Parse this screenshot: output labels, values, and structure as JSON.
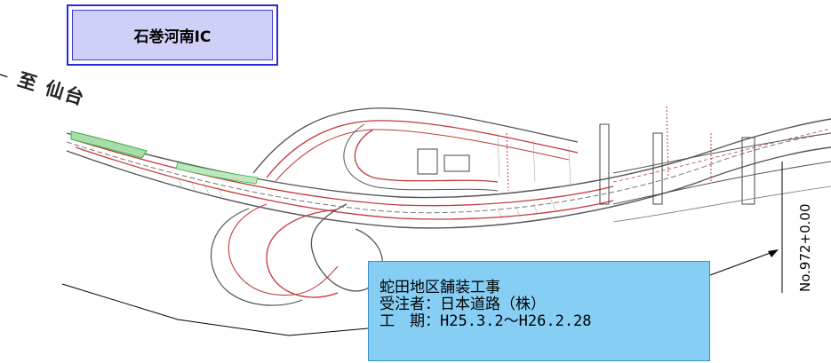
{
  "title_box": {
    "label": "石巻河南IC"
  },
  "direction_label": {
    "prefix": "←",
    "text": "至 仙台"
  },
  "info_box": {
    "line1": "蛇田地区舗装工事",
    "line2": "受注者：日本道路（株）",
    "line3": "工　期：H25.3.2～H26.2.28"
  },
  "station_label": {
    "text": "No.972+0.00"
  },
  "colors": {
    "title_border": "#2a2ad8",
    "title_fill": "#cfd0f7",
    "info_fill": "#87cef5",
    "paving_red": "#c23a3a",
    "plan_line": "#555555",
    "green_zone": "#33b24a"
  }
}
